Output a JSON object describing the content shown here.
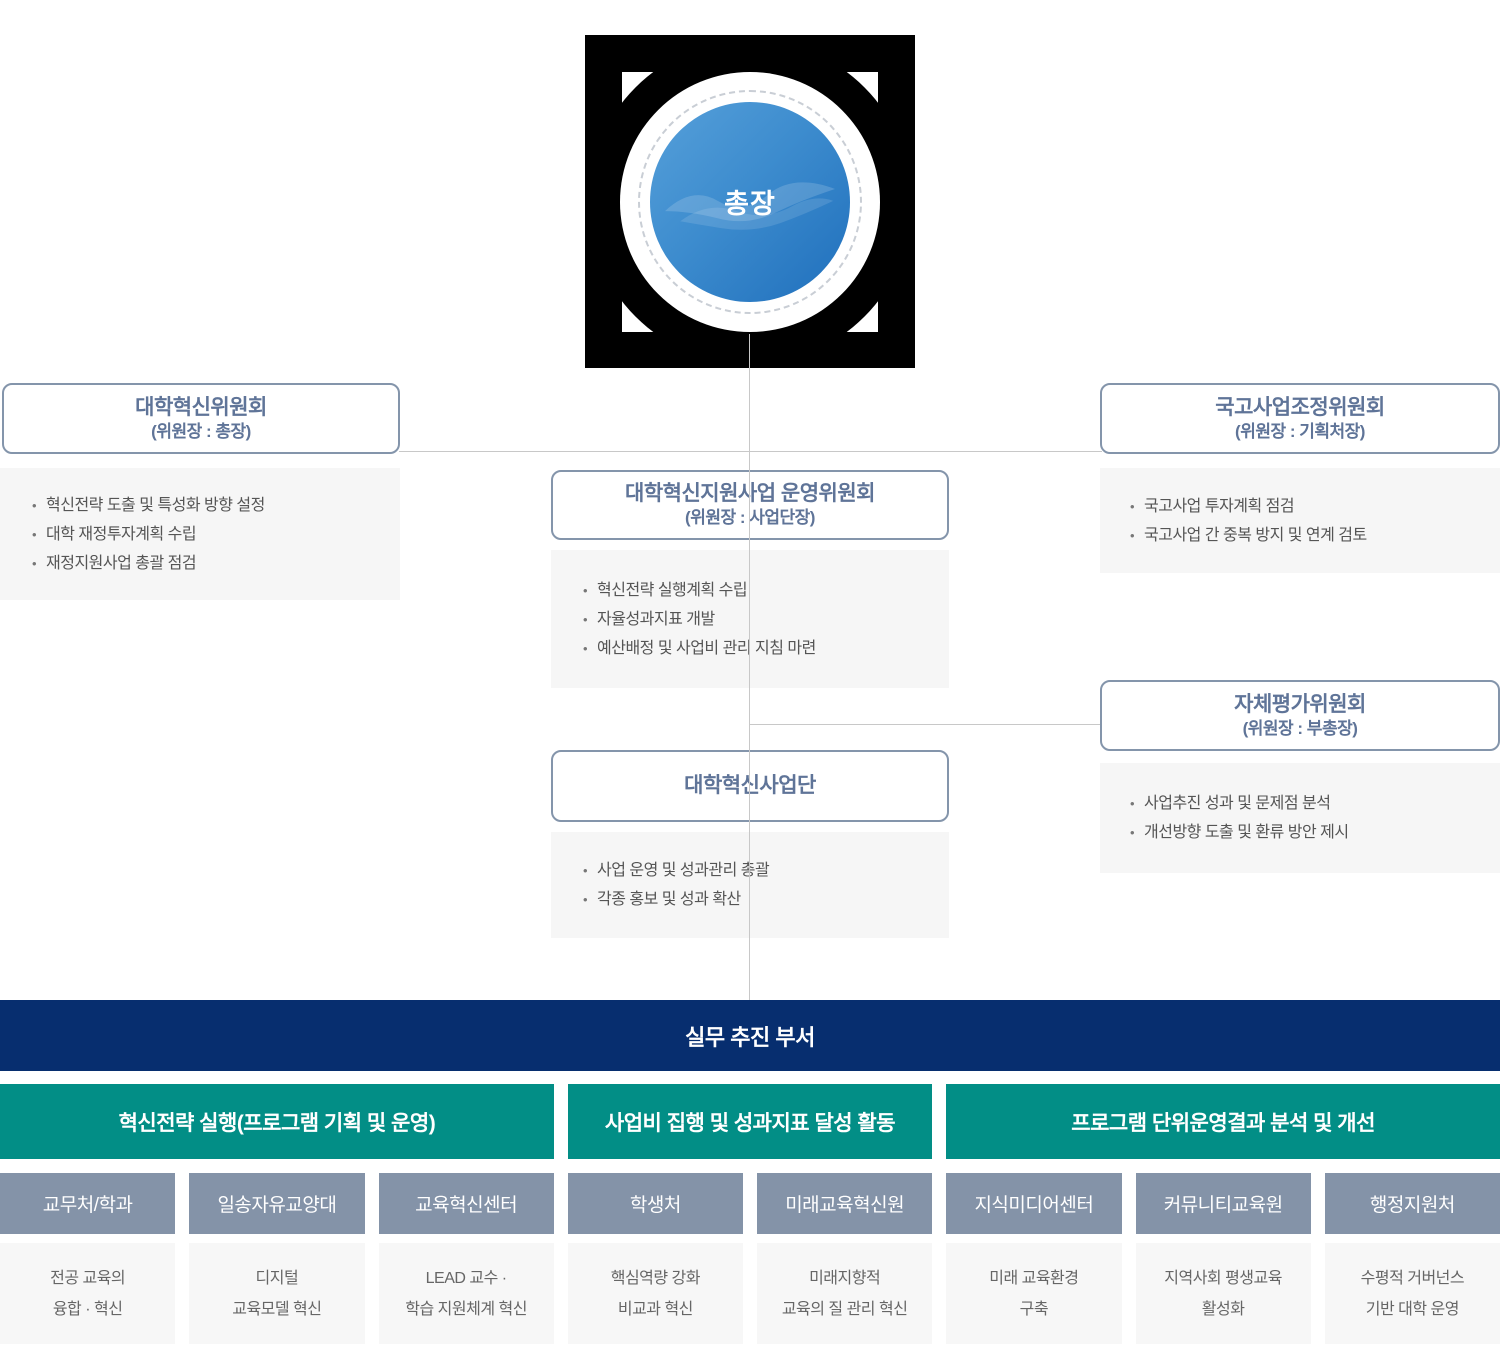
{
  "badge": {
    "label": "총장"
  },
  "colors": {
    "navy": "#072e6f",
    "teal": "#028e86",
    "slate_header": "#8493a8",
    "box_border": "#8495ab",
    "box_title": "#5f7498",
    "badge_blue": "#2f7fc6",
    "panel_bg": "#f6f6f6"
  },
  "committees": {
    "innovation": {
      "title": "대학혁신위원회",
      "chair": "(위원장 : 총장)",
      "bullets": [
        "혁신전략 도출 및 특성화 방향 설정",
        "대학 재정투자계획 수립",
        "재정지원사업 총괄 점검"
      ]
    },
    "national": {
      "title": "국고사업조정위원회",
      "chair": "(위원장 : 기획처장)",
      "bullets": [
        "국고사업 투자계획 점검",
        "국고사업 간 중복 방지 및 연계 검토"
      ]
    },
    "operation": {
      "title": "대학혁신지원사업 운영위원회",
      "chair": "(위원장 : 사업단장)",
      "bullets": [
        "혁신전략 실행계획 수립",
        "자율성과지표 개발",
        "예산배정 및 사업비 관리 지침 마련"
      ]
    },
    "self_eval": {
      "title": "자체평가위원회",
      "chair": "(위원장 : 부총장)",
      "bullets": [
        "사업추진 성과 및 문제점 분석",
        "개선방향 도출 및 환류 방안 제시"
      ]
    },
    "task_force": {
      "title": "대학혁신사업단",
      "bullets": [
        "사업 운영 및 성과관리 총괄",
        "각종 홍보 및 성과 확산"
      ]
    }
  },
  "working": {
    "title": "실무 추진 부서",
    "groups": [
      {
        "title": "혁신전략 실행(프로그램 기획 및 운영)"
      },
      {
        "title": "사업비 집행 및 성과지표 달성 활동"
      },
      {
        "title": "프로그램 단위운영결과 분석 및 개선"
      }
    ],
    "departments": [
      {
        "name": "교무처/학과",
        "line1": "전공 교육의",
        "line2": "융합 · 혁신"
      },
      {
        "name": "일송자유교양대",
        "line1": "디지털",
        "line2": "교육모델 혁신"
      },
      {
        "name": "교육혁신센터",
        "line1": "LEAD 교수 ·",
        "line2": "학습 지원체계 혁신"
      },
      {
        "name": "학생처",
        "line1": "핵심역량 강화",
        "line2": "비교과 혁신"
      },
      {
        "name": "미래교육혁신원",
        "line1": "미래지향적",
        "line2": "교육의 질 관리 혁신"
      },
      {
        "name": "지식미디어센터",
        "line1": "미래 교육환경",
        "line2": "구축"
      },
      {
        "name": "커뮤니티교육원",
        "line1": "지역사회 평생교육",
        "line2": "활성화"
      },
      {
        "name": "행정지원처",
        "line1": "수평적 거버넌스",
        "line2": "기반 대학 운영"
      }
    ]
  }
}
